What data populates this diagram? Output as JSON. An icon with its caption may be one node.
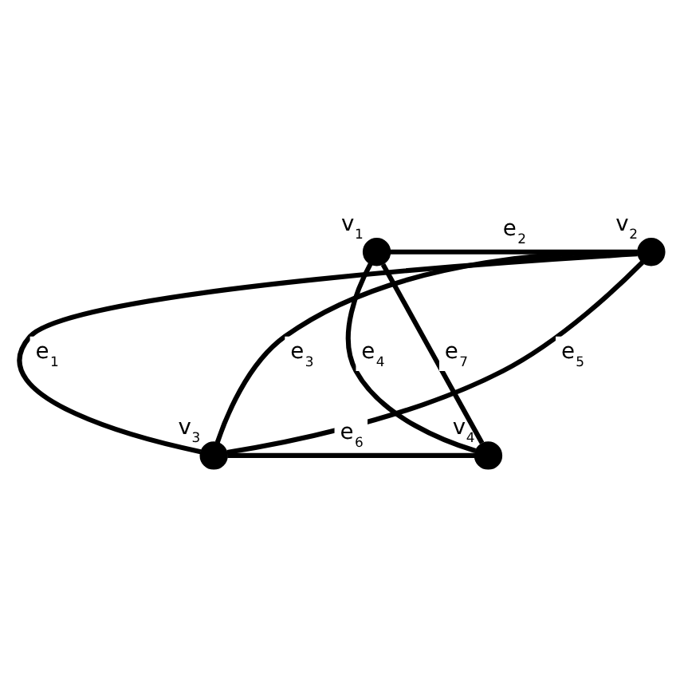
{
  "diagram": {
    "nodes": [
      {
        "text": [],
        "shape": "circle",
        "beside": [
          "v$_{1}$"
        ]
      },
      {
        "text": [],
        "shape": "circle",
        "beside": [
          "v$_{2}$"
        ]
      },
      {
        "text": [],
        "shape": "circle",
        "beside": [
          "v$_{3}$"
        ]
      },
      {
        "text": [],
        "shape": "circle",
        "beside": [
          "v$_{4}$"
        ]
      }
    ],
    "edges": [
      {
        "from": 1,
        "to": 2,
        "arrow": "none",
        "label": "e$_{1}$"
      },
      {
        "from": 0,
        "to": 1,
        "arrow": "none",
        "label": "e$_{2}$"
      },
      {
        "from": 1,
        "to": 2,
        "arrow": "none",
        "label": "e$_{3}$"
      },
      {
        "from": 0,
        "to": 3,
        "arrow": "none",
        "label": "e$_{4}$"
      },
      {
        "from": 1,
        "to": 2,
        "arrow": "none",
        "label": "e$_{5}$"
      },
      {
        "from": 2,
        "to": 3,
        "arrow": "none",
        "label": "e$_{6}$"
      },
      {
        "from": 0,
        "to": 3,
        "arrow": "none",
        "label": "e$_{7}$"
      }
    ]
  }
}
